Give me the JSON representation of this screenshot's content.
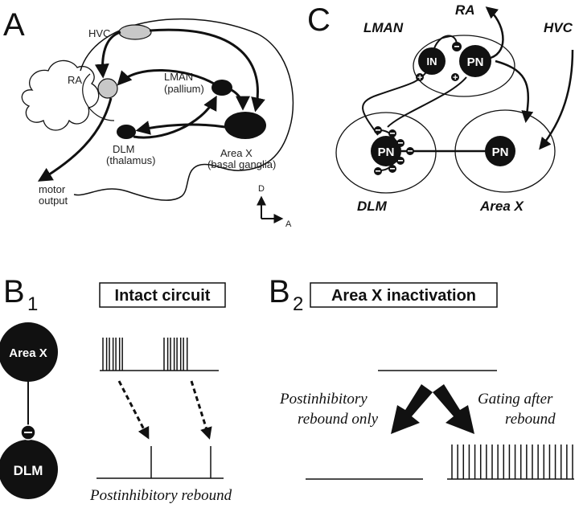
{
  "panels": {
    "a": "A",
    "b1_letter": "B",
    "b1_sub": "1",
    "b2_letter": "B",
    "b2_sub": "2",
    "c": "C"
  },
  "panel_a": {
    "hvc": "HVC",
    "ra": "RA",
    "lman_line1": "LMAN",
    "lman_line2": "(pallium)",
    "dlm_line1": "DLM",
    "dlm_line2": "(thalamus)",
    "areax_line1": "Area X",
    "areax_line2": "(basal ganglia)",
    "motor_line1": "motor",
    "motor_line2": "output",
    "axis_d": "D",
    "axis_a": "A"
  },
  "panel_c": {
    "lman": "LMAN",
    "ra": "RA",
    "hvc": "HVC",
    "dlm": "DLM",
    "areax": "Area X",
    "in_node": "IN",
    "pn_lman": "PN",
    "pn_dlm": "PN",
    "pn_areax": "PN"
  },
  "panel_b1": {
    "title": "Intact circuit",
    "node_top": "Area X",
    "node_bottom": "DLM",
    "caption": "Postinhibitory rebound",
    "bursts": [
      [
        0,
        4,
        7,
        11,
        14,
        18,
        21
      ],
      [
        0,
        4,
        7,
        11,
        14,
        18,
        21,
        25
      ]
    ]
  },
  "panel_b2": {
    "title": "Area X inactivation",
    "left_line1": "Postinhibitory",
    "left_line2": "rebound only",
    "right_line1": "Gating after",
    "right_line2": "rebound",
    "gating_spike_count": 22
  },
  "colors": {
    "black": "#111111",
    "gray": "#c8c8c8",
    "white": "#ffffff"
  }
}
